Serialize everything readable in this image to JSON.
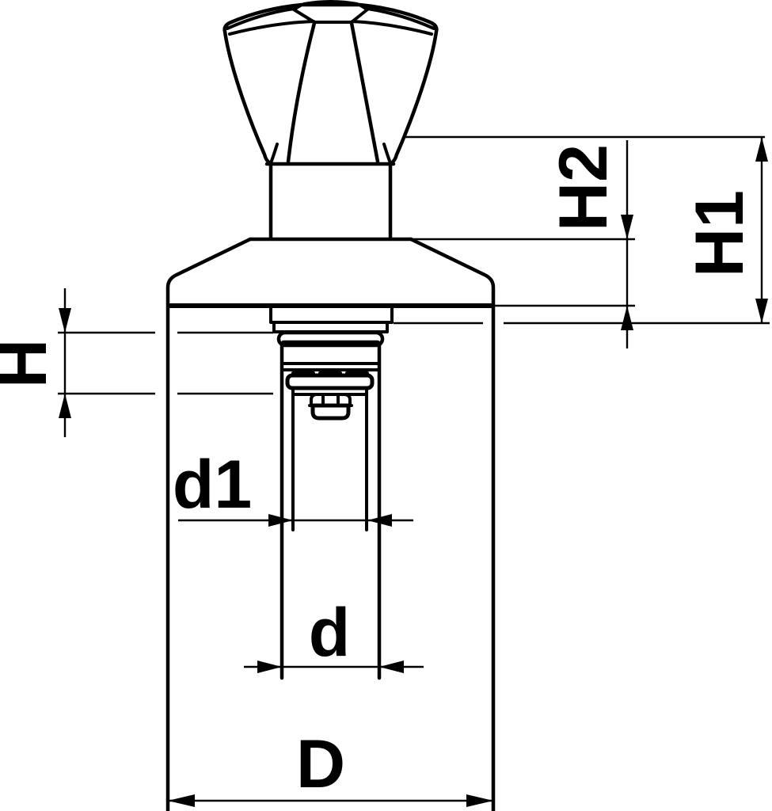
{
  "drawing": {
    "kind": "technical-dimension-drawing",
    "colors": {
      "line": "#000000",
      "background": "#ffffff"
    }
  },
  "dimension_labels": {
    "h": "H",
    "h1": "H1",
    "h2": "H2",
    "d1": "d1",
    "d": "d",
    "outer_diameter": "D"
  }
}
